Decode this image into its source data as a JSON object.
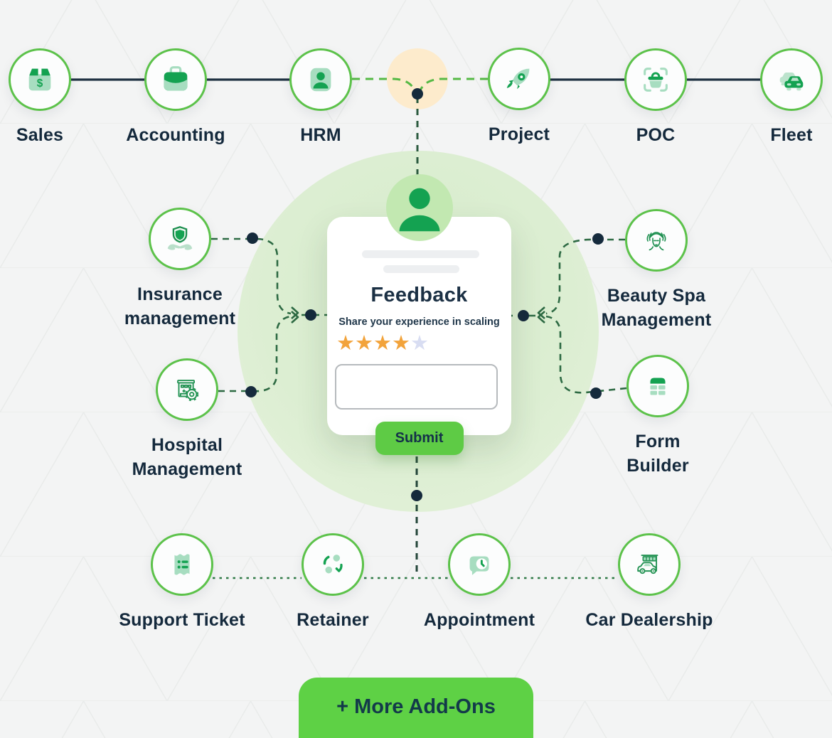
{
  "modules": {
    "top": [
      {
        "label": "Sales"
      },
      {
        "label": "Accounting"
      },
      {
        "label": "HRM"
      },
      {
        "label": "Project"
      },
      {
        "label": "POC"
      },
      {
        "label": "Fleet"
      }
    ],
    "left": [
      {
        "line1": "Insurance",
        "line2": "management"
      },
      {
        "line1": "Hospital",
        "line2": "Management"
      }
    ],
    "right": [
      {
        "line1": "Beauty Spa",
        "line2": "Management"
      },
      {
        "line1": "Form",
        "line2": "Builder"
      }
    ],
    "bottom": [
      {
        "label": "Support Ticket"
      },
      {
        "label": "Retainer"
      },
      {
        "label": "Appointment"
      },
      {
        "label": "Car Dealership"
      }
    ]
  },
  "feedback_card": {
    "title": "Feedback",
    "subtitle": "Share your experience in scaling",
    "rating": {
      "filled": 4,
      "total": 5,
      "star_glyph": "★"
    },
    "comment_value": "",
    "comment_placeholder": "",
    "submit_label": "Submit"
  },
  "cta": {
    "label": "+ More Add-Ons"
  },
  "icon_glyphs": {
    "sales_dollar": "$"
  },
  "colors": {
    "accent_green": "#5ecb45",
    "circle_border_green": "#5cc24a",
    "icon_green_dark": "#14a251",
    "icon_green_light": "#a7ddc0",
    "navy_text": "#14293c",
    "star_active": "#f2a33b",
    "star_inactive": "#d8ddf2",
    "connector_dark": "#1d3040",
    "connector_green": "#55b945",
    "big_circle_green": "#dceed2",
    "peach_circle": "#fdebcc"
  }
}
